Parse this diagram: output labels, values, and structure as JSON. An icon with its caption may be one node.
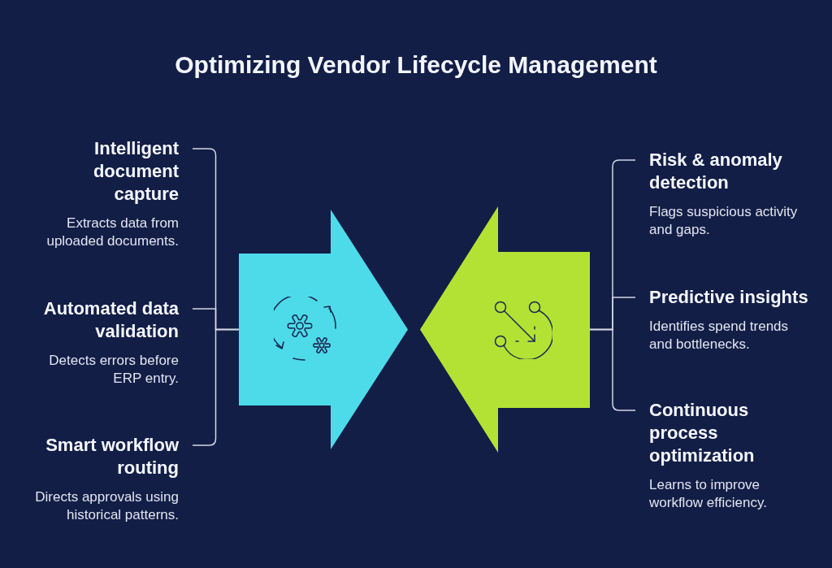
{
  "diagram": {
    "title": "Optimizing Vendor Lifecycle Management",
    "nodes": [
      {
        "text": [
          "Intelligent document capture",
          "Extracts data from uploaded documents."
        ]
      },
      {
        "text": [
          "Automated data validation",
          "Detects errors before ERP entry."
        ]
      },
      {
        "text": [
          "Smart workflow routing",
          "Directs approvals using historical patterns."
        ]
      },
      {
        "text": [],
        "shape": "arrow"
      },
      {
        "text": [],
        "shape": "arrow"
      },
      {
        "text": [
          "Risk & anomaly detection",
          "Flags suspicious activity and gaps."
        ]
      },
      {
        "text": [
          "Predictive insights",
          "Identifies spend trends and bottlenecks."
        ]
      },
      {
        "text": [
          "Continuous process optimization",
          "Learns to improve workflow efficiency."
        ]
      }
    ],
    "edges": [
      {
        "from": 0,
        "to": 3,
        "arrow": "none"
      },
      {
        "from": 1,
        "to": 3,
        "arrow": "none"
      },
      {
        "from": 2,
        "to": 3,
        "arrow": "none"
      },
      {
        "from": 5,
        "to": 4,
        "arrow": "none"
      },
      {
        "from": 6,
        "to": 4,
        "arrow": "none"
      },
      {
        "from": 7,
        "to": 4,
        "arrow": "none"
      }
    ]
  }
}
